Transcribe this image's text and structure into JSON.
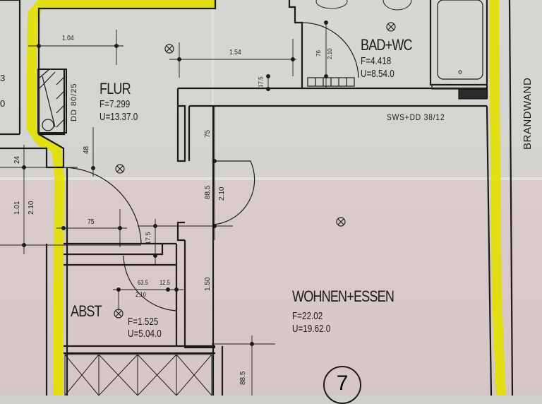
{
  "plan": {
    "rooms": [
      {
        "name": "FLUR",
        "area": "F=7.299",
        "perimeter": "U=13.37.0"
      },
      {
        "name": "BAD+WC",
        "area": "F=4.418",
        "perimeter": "U=8.54.0"
      },
      {
        "name": "WOHNEN+ESSEN",
        "area": "F=22.02",
        "perimeter": "U=19.62.0"
      },
      {
        "name": "ABST",
        "area": "F=1.525",
        "perimeter": "U=5.04.0"
      }
    ],
    "notes": {
      "lintel": "SWS+DD 38/12",
      "firewall": "BRANDWAND",
      "shaft": "DD 80/25",
      "apartment_number": "7"
    },
    "dimensions": {
      "flur_width": "1.04",
      "bad_width": "1.54",
      "door_flur": "75",
      "left_101": "1.01",
      "left_210": "2.10",
      "left_24": "24",
      "flur_48": "48",
      "door_wohnen_885": "88.5",
      "door_wohnen_210": "2.10",
      "wall_75": "75",
      "bad_door_76": "76",
      "bad_door_210": "2.10",
      "bad_17": "17.5",
      "abst_635": "63.5",
      "abst_210": "2.10",
      "abst_12": "12.5",
      "abst_17": "17.5",
      "corridor_150": "1.50",
      "bottom_885": "88.5",
      "left_edge_a": "3",
      "left_edge_b": "0"
    },
    "colors": {
      "paper": "#d3d3cf",
      "paper_pink": "#d8caca",
      "ink": "#1b1b1b",
      "highlight": "#e4e000"
    }
  }
}
